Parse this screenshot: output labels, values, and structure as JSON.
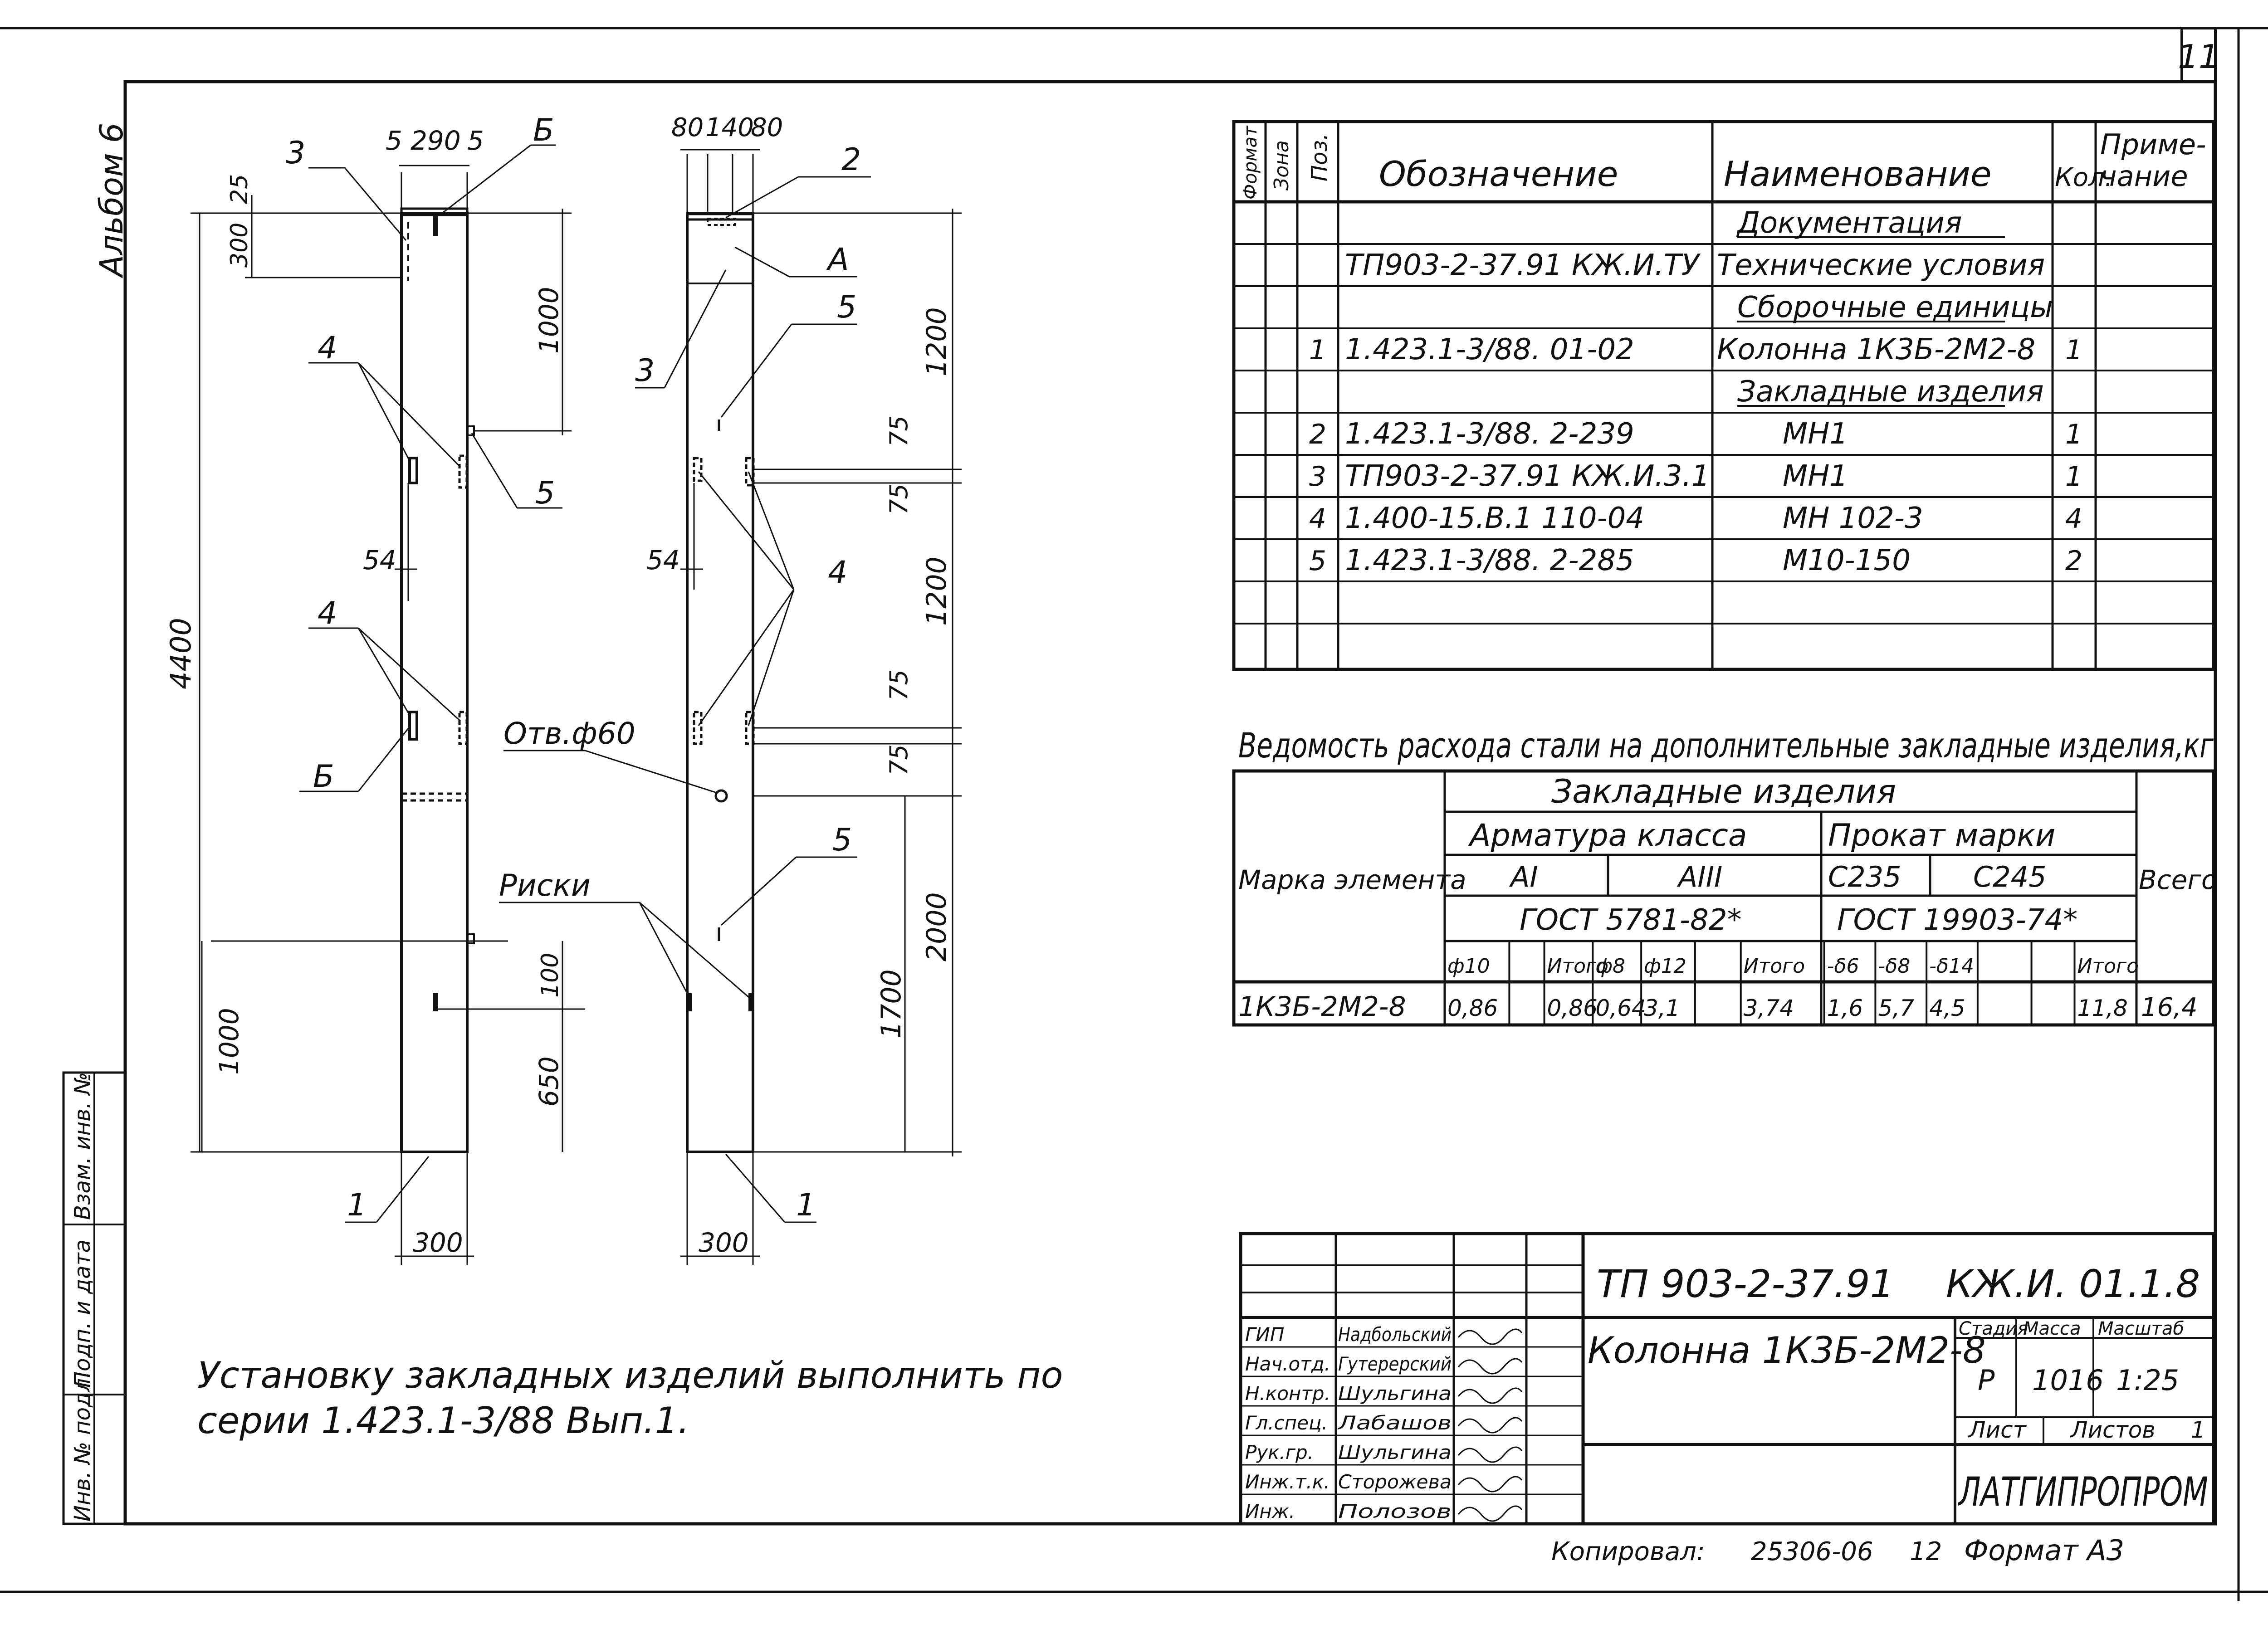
{
  "sheet": {
    "page_number": "11",
    "album": "Альбом 6"
  },
  "stamp_left": [
    "Инв. № подл.",
    "Подп. и дата",
    "Взам. инв. №"
  ],
  "drawing": {
    "left_view": {
      "dims_top": [
        "5",
        "290",
        "5"
      ],
      "dim_25": "25",
      "dim_300": "300",
      "dim_1000_top": "1000",
      "dim_4400": "4400",
      "dim_54": "54",
      "dim_1000_bottom": "1000",
      "dim_100": "100",
      "dim_650": "650",
      "dim_width": "300",
      "callouts": [
        "3",
        "Б",
        "4",
        "5",
        "4",
        "Б",
        "1"
      ]
    },
    "right_view": {
      "dims_top": [
        "80",
        "140",
        "80"
      ],
      "dim_1200_a": "1200",
      "dim_75_a": "75",
      "dim_75_b": "75",
      "dim_1200_b": "1200",
      "dim_75_c": "75",
      "dim_75_d": "75",
      "dim_2000": "2000",
      "dim_1700": "1700",
      "dim_54": "54",
      "dim_width": "300",
      "callouts": [
        "2",
        "А",
        "3",
        "5",
        "4",
        "5",
        "1"
      ],
      "hole_label": "Отв.ф60",
      "marks_label": "Риски"
    },
    "note_line1": "Установку закладных изделий выполнить по",
    "note_line2": "серии 1.423.1-3/88 Вып.1."
  },
  "spec": {
    "headers": [
      "Формат",
      "Зона",
      "Поз.",
      "Обозначение",
      "Наименование",
      "Кол.",
      "Приме-\nчание"
    ],
    "header_designation": "Обозначение",
    "header_name": "Наименование",
    "header_qty": "Кол.",
    "header_note_1": "Приме-",
    "header_note_2": "чание",
    "header_format": "Формат",
    "header_zone": "Зона",
    "header_pos": "Поз.",
    "rows": [
      {
        "pos": "",
        "designation": "",
        "name": "Документация",
        "qty": "",
        "underline": true
      },
      {
        "pos": "",
        "designation": "ТП903-2-37.91   КЖ.И.ТУ",
        "name": "Технические условия",
        "qty": ""
      },
      {
        "pos": "",
        "designation": "",
        "name": "Сборочные единицы",
        "qty": "",
        "underline": true
      },
      {
        "pos": "1",
        "designation": "1.423.1-3/88. 01-02",
        "name": "Колонна 1К3Б-2М2-8",
        "qty": "1"
      },
      {
        "pos": "",
        "designation": "",
        "name": "Закладные изделия",
        "qty": "",
        "underline": true
      },
      {
        "pos": "2",
        "designation": "1.423.1-3/88. 2-239",
        "name": "МН1",
        "qty": "1"
      },
      {
        "pos": "3",
        "designation": "ТП903-2-37.91 КЖ.И.3.1",
        "name": "МН1",
        "qty": "1"
      },
      {
        "pos": "4",
        "designation": "1.400-15.В.1 110-04",
        "name": "МН 102-3",
        "qty": "4"
      },
      {
        "pos": "5",
        "designation": "1.423.1-3/88. 2-285",
        "name": "М10-150",
        "qty": "2"
      },
      {
        "pos": "",
        "designation": "",
        "name": "",
        "qty": ""
      },
      {
        "pos": "",
        "designation": "",
        "name": "",
        "qty": ""
      }
    ]
  },
  "steel": {
    "title": "Ведомость расхода стали на дополнительные закладные изделия,кг",
    "col_mark": "Марка элемента",
    "col_embedded": "Закладные изделия",
    "col_rebar": "Арматура класса",
    "col_rolled": "Прокат марки",
    "col_total": "Всего",
    "class_a1": "АI",
    "class_a3": "АIII",
    "grade_c235": "С235",
    "grade_c245": "С245",
    "gost_rebar": "ГОСТ 5781-82*",
    "gost_rolled": "ГОСТ 19903-74*",
    "subheaders": [
      "ф10",
      "",
      "Итого",
      "ф8",
      "ф12",
      "",
      "Итого",
      "-δ6",
      "-δ8",
      "-δ14",
      "",
      "",
      "Итого"
    ],
    "row_mark": "1К3Б-2М2-8",
    "row_values": [
      "0,86",
      "",
      "0,86",
      "0,64",
      "3,1",
      "",
      "3,74",
      "1,6",
      "5,7",
      "4,5",
      "",
      "",
      "11,8"
    ],
    "row_total": "16,4"
  },
  "title_block": {
    "code": "ТП 903-2-37.91",
    "sheet_code": "КЖ.И. 01.1.8",
    "name": "Колонна 1К3Б-2М2-8",
    "stage_label": "Стадия",
    "mass_label": "Масса",
    "scale_label": "Масштаб",
    "stage": "Р",
    "mass": "1016",
    "scale": "1:25",
    "sheet_label": "Лист",
    "sheets_label": "Листов",
    "sheets_count": "1",
    "org": "ЛАТГИПРОПРОМ",
    "roles": [
      "ГИП",
      "Нач.отд.",
      "Н.контр.",
      "Гл.спец.",
      "Рук.гр.",
      "Инж.т.к.",
      "Инж."
    ],
    "people": [
      "Надбольский",
      "Гутерерский",
      "Шульгина",
      "Лабашов",
      "Шульгина",
      "Сторожева",
      "Полозов"
    ]
  },
  "footer": {
    "copied": "Копировал:",
    "copy_code": "25306-06",
    "copy_num": "12",
    "format": "Формат А3"
  }
}
